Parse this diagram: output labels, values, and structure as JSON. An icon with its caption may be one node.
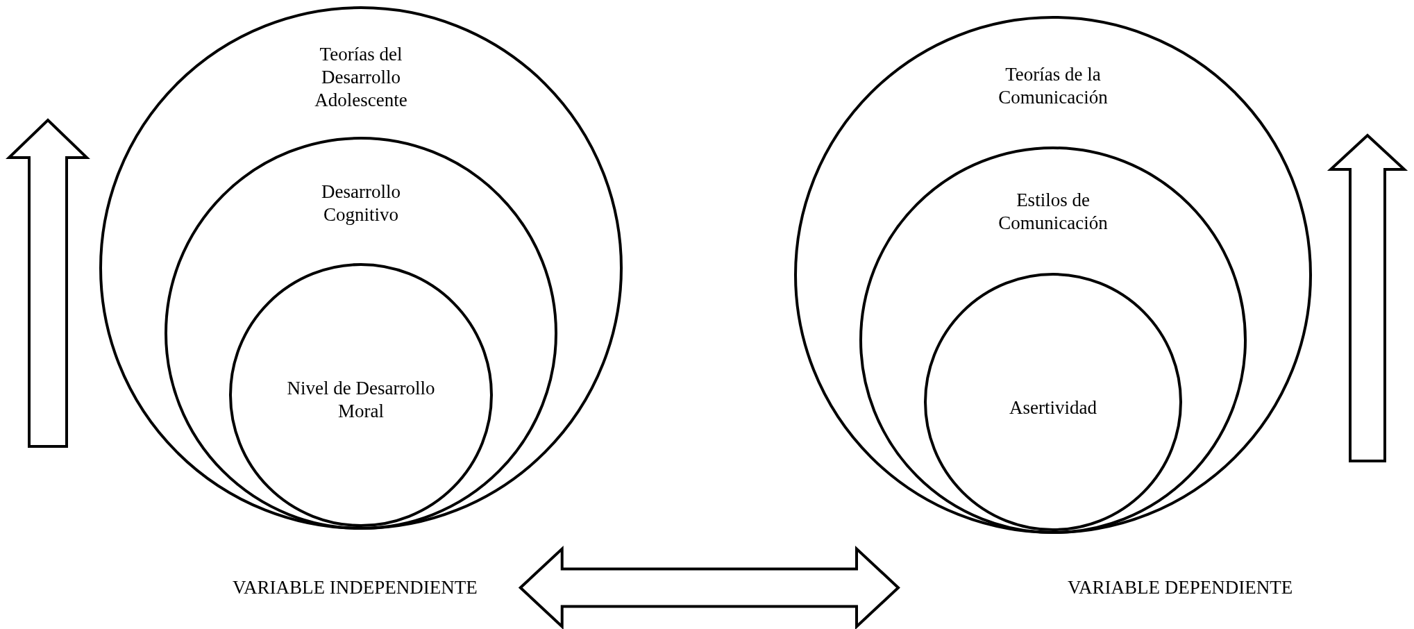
{
  "diagram": {
    "nodes": [
      {
        "text": [
          "Teorías del Desarrollo Adolescente"
        ]
      },
      {
        "text": [
          "Desarrollo Cognitivo"
        ],
        "in": 0
      },
      {
        "text": [
          "Nivel de Desarrollo Moral"
        ],
        "in": 1
      },
      {
        "text": [
          "Teorías de la Comunicación"
        ]
      },
      {
        "text": [
          "Estilos de Comunicación"
        ],
        "in": 3
      },
      {
        "text": [
          "Asertividad"
        ],
        "in": 4
      },
      {
        "text": [
          "VARIABLE INDEPENDIENTE"
        ]
      },
      {
        "text": [
          "VARIABLE DEPENDIENTE"
        ]
      }
    ],
    "edges": [
      {
        "from": 6,
        "to": 7,
        "arrow": "both"
      }
    ]
  }
}
